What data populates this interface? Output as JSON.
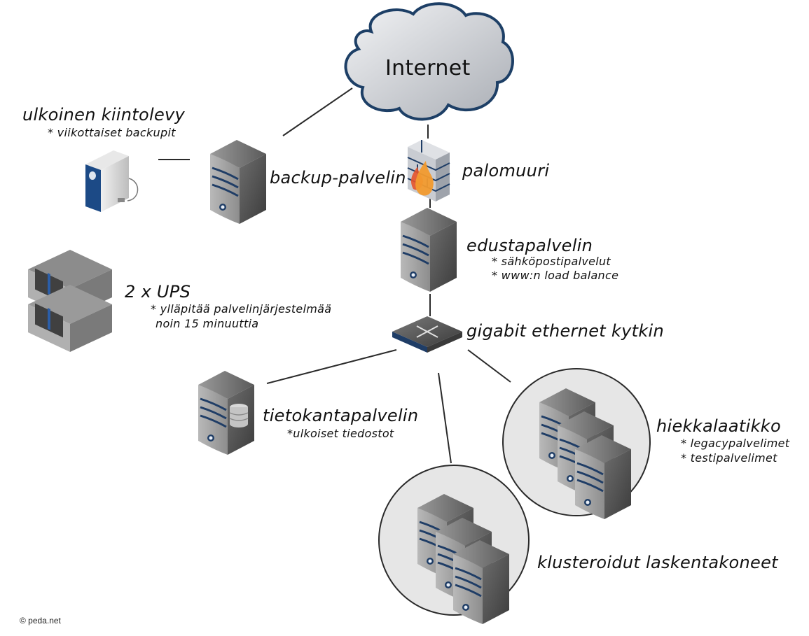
{
  "diagram": {
    "type": "network-topology",
    "colors": {
      "line": "#2a2a2a",
      "cloud_fill": "#d4d7dc",
      "cloud_stroke": "#1d3f66",
      "server_body": "#8a8a8a",
      "server_stripe": "#1f3d66",
      "cluster_fill": "#e6e6e6",
      "cluster_stroke": "#2a2a2a",
      "disk_blue": "#1c4a86",
      "flame_orange": "#f29a2e",
      "flame_red": "#e5532a",
      "brick": "#c9ccd2"
    },
    "nodes": {
      "internet": {
        "label": "Internet",
        "icon": "cloud-icon"
      },
      "firewall": {
        "label": "palomuuri",
        "icon": "firewall-icon"
      },
      "backup_server": {
        "label": "backup-palvelin",
        "icon": "server-icon"
      },
      "external_disk": {
        "label": "ulkoinen kiintolevy",
        "notes": [
          "* viikottaiset  backupit"
        ],
        "icon": "external-hard-drive-icon"
      },
      "ups": {
        "label": "2 x UPS",
        "notes": [
          "* ylläpitää palvelinjärjestelmää",
          "noin 15 minuuttia"
        ],
        "icon": "ups-rack-icon"
      },
      "front_server": {
        "label": "edustapalvelin",
        "notes": [
          "* sähköpostipalvelut",
          "* www:n load balance"
        ],
        "icon": "server-icon"
      },
      "switch": {
        "label": "gigabit ethernet kytkin",
        "icon": "network-switch-icon"
      },
      "database_server": {
        "label": "tietokantapalvelin",
        "notes": [
          "*ulkoiset tiedostot"
        ],
        "icon": "database-server-icon"
      },
      "sandbox": {
        "label": "hiekkalaatikko",
        "notes": [
          "* legacypalvelimet",
          "* testipalvelimet"
        ],
        "icon": "server-group-icon"
      },
      "cluster": {
        "label": "klusteroidut laskentakoneet",
        "icon": "server-group-icon"
      }
    },
    "edges": [
      [
        "internet",
        "backup_server"
      ],
      [
        "internet",
        "firewall"
      ],
      [
        "backup_server",
        "external_disk"
      ],
      [
        "firewall",
        "front_server"
      ],
      [
        "front_server",
        "switch"
      ],
      [
        "switch",
        "database_server"
      ],
      [
        "switch",
        "cluster"
      ],
      [
        "switch",
        "sandbox"
      ]
    ],
    "copyright": "© peda.net"
  }
}
